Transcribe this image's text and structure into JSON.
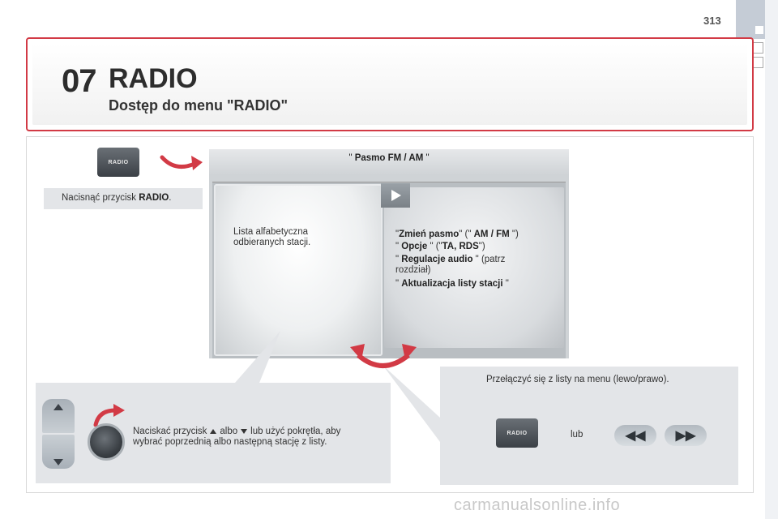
{
  "page": {
    "number": "313",
    "watermark": "carmanualsonline.info"
  },
  "header": {
    "chapter_number": "07",
    "chapter_title": "RADIO",
    "subtitle": "Dostęp do menu \"RADIO\""
  },
  "step1": {
    "button_label": "RADIO",
    "caption_prefix": "Nacisnąć przycisk ",
    "caption_bold": "RADIO",
    "caption_suffix": "."
  },
  "screen": {
    "top_q1": "\" ",
    "top_label": "Pasmo FM / AM",
    "top_q2": " \"",
    "left_text_line1": "Lista alfabetyczna",
    "left_text_line2": "odbieranych stacji.",
    "menu": [
      {
        "q1": "\"",
        "bold": "Zmień pasmo",
        "q2": "\" (\" ",
        "bold2": "AM / FM",
        "q3": " \")"
      },
      {
        "q1": "\" ",
        "bold": "Opcje",
        "q2": " \" (\"",
        "bold2": "TA, RDS",
        "q3": "\")"
      },
      {
        "q1": "\" ",
        "bold": "Regulacje audio",
        "q2": " \" (patrz",
        "line2": "rozdział)"
      },
      {
        "q1": "\" ",
        "bold": "Aktualizacja listy stacji",
        "q2": " \""
      }
    ]
  },
  "bottom_left": {
    "text_part1": "Naciskać przycisk",
    "text_part2": "albo",
    "text_part3": "lub użyć pokrętła, aby",
    "text_line2": "wybrać poprzednią albo następną stację z listy."
  },
  "bottom_right": {
    "text": "Przełączyć się z listy na menu (lewo/prawo).",
    "button_label": "RADIO",
    "or_label": "lub",
    "seek_back_glyph": "◀◀",
    "seek_fwd_glyph": "▶▶"
  },
  "colors": {
    "accent_red": "#d23a45",
    "panel_grey": "#e3e5e8"
  }
}
